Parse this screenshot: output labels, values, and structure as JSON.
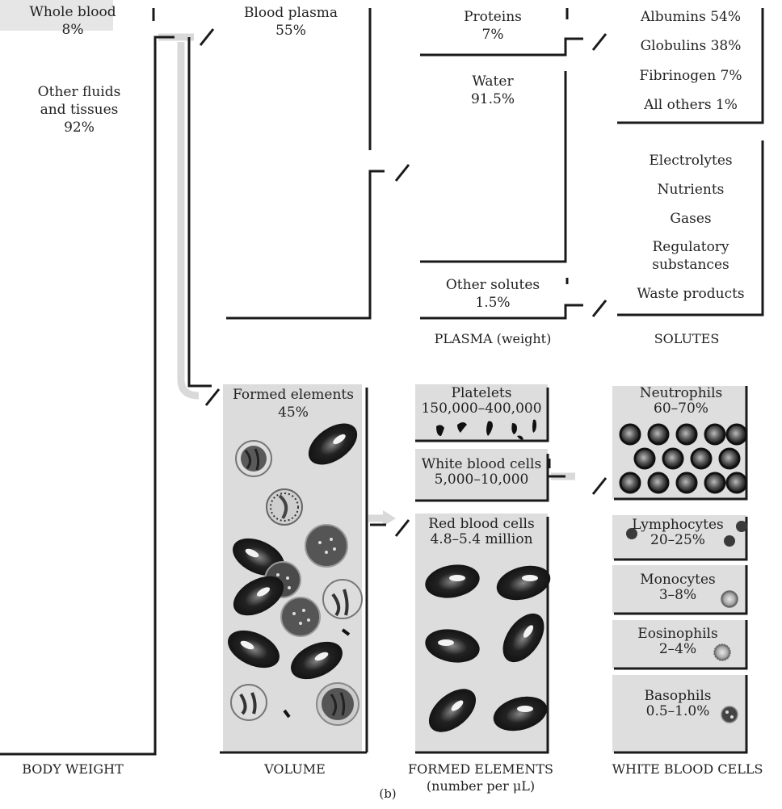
{
  "body_weight": {
    "whole_blood": [
      "Whole blood",
      "8%"
    ],
    "other_fluids": [
      "Other fluids",
      "and tissues",
      "92%"
    ],
    "caption": "BODY WEIGHT"
  },
  "volume": {
    "plasma": [
      "Blood plasma",
      "55%"
    ],
    "formed": [
      "Formed elements",
      "45%"
    ],
    "caption": "VOLUME"
  },
  "plasma_weight": {
    "proteins": [
      "Proteins",
      "7%"
    ],
    "water": [
      "Water",
      "91.5%"
    ],
    "other": [
      "Other solutes",
      "1.5%"
    ],
    "caption": "PLASMA (weight)"
  },
  "solutes": {
    "proteins": [
      "Albumins 54%",
      "Globulins 38%",
      "Fibrinogen 7%",
      "All others 1%"
    ],
    "others": [
      "Electrolytes",
      "Nutrients",
      "Gases",
      "Regulatory",
      "substances",
      "Waste products"
    ],
    "caption": "SOLUTES"
  },
  "formed_elements": {
    "platelets": [
      "Platelets",
      "150,000–400,000"
    ],
    "wbc": [
      "White blood cells",
      "5,000–10,000"
    ],
    "rbc": [
      "Red blood cells",
      "4.8–5.4 million"
    ],
    "caption": [
      "FORMED ELEMENTS",
      "(number per μL)"
    ]
  },
  "white_blood_cells": {
    "neutrophils": [
      "Neutrophils",
      "60–70%"
    ],
    "lymphocytes": [
      "Lymphocytes",
      "20–25%"
    ],
    "monocytes": [
      "Monocytes",
      "3–8%"
    ],
    "eosinophils": [
      "Eosinophils",
      "2–4%"
    ],
    "basophils": [
      "Basophils",
      "0.5–1.0%"
    ],
    "caption": "WHITE BLOOD CELLS"
  },
  "figure_label": "(b)"
}
